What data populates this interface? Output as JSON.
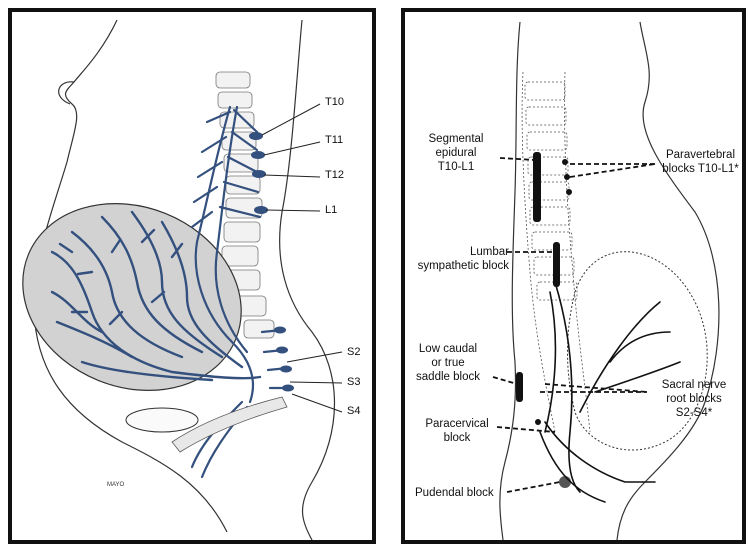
{
  "left": {
    "labels": {
      "t10": "T10",
      "t11": "T11",
      "t12": "T12",
      "l1": "L1",
      "s2": "S2",
      "s3": "S3",
      "s4": "S4"
    },
    "signature": "MAYO"
  },
  "right": {
    "labels": {
      "segmental_epidural": [
        "Segmental",
        "epidural",
        "T10-L1"
      ],
      "paravertebral": [
        "Paravertebral",
        "blocks T10-L1*"
      ],
      "lumbar_sympathetic": [
        "Lumbar",
        "sympathetic block"
      ],
      "low_caudal": [
        "Low caudal",
        "or true",
        "saddle block"
      ],
      "sacral_nerve": [
        "Sacral nerve",
        "root blocks",
        "S2-S4*"
      ],
      "paracervical": [
        "Paracervical",
        "block"
      ],
      "pudendal": "Pudendal block"
    }
  },
  "colors": {
    "nerve_blue": "#34507e",
    "outline": "#333333",
    "uterus_fill": "#d2d2d2"
  }
}
